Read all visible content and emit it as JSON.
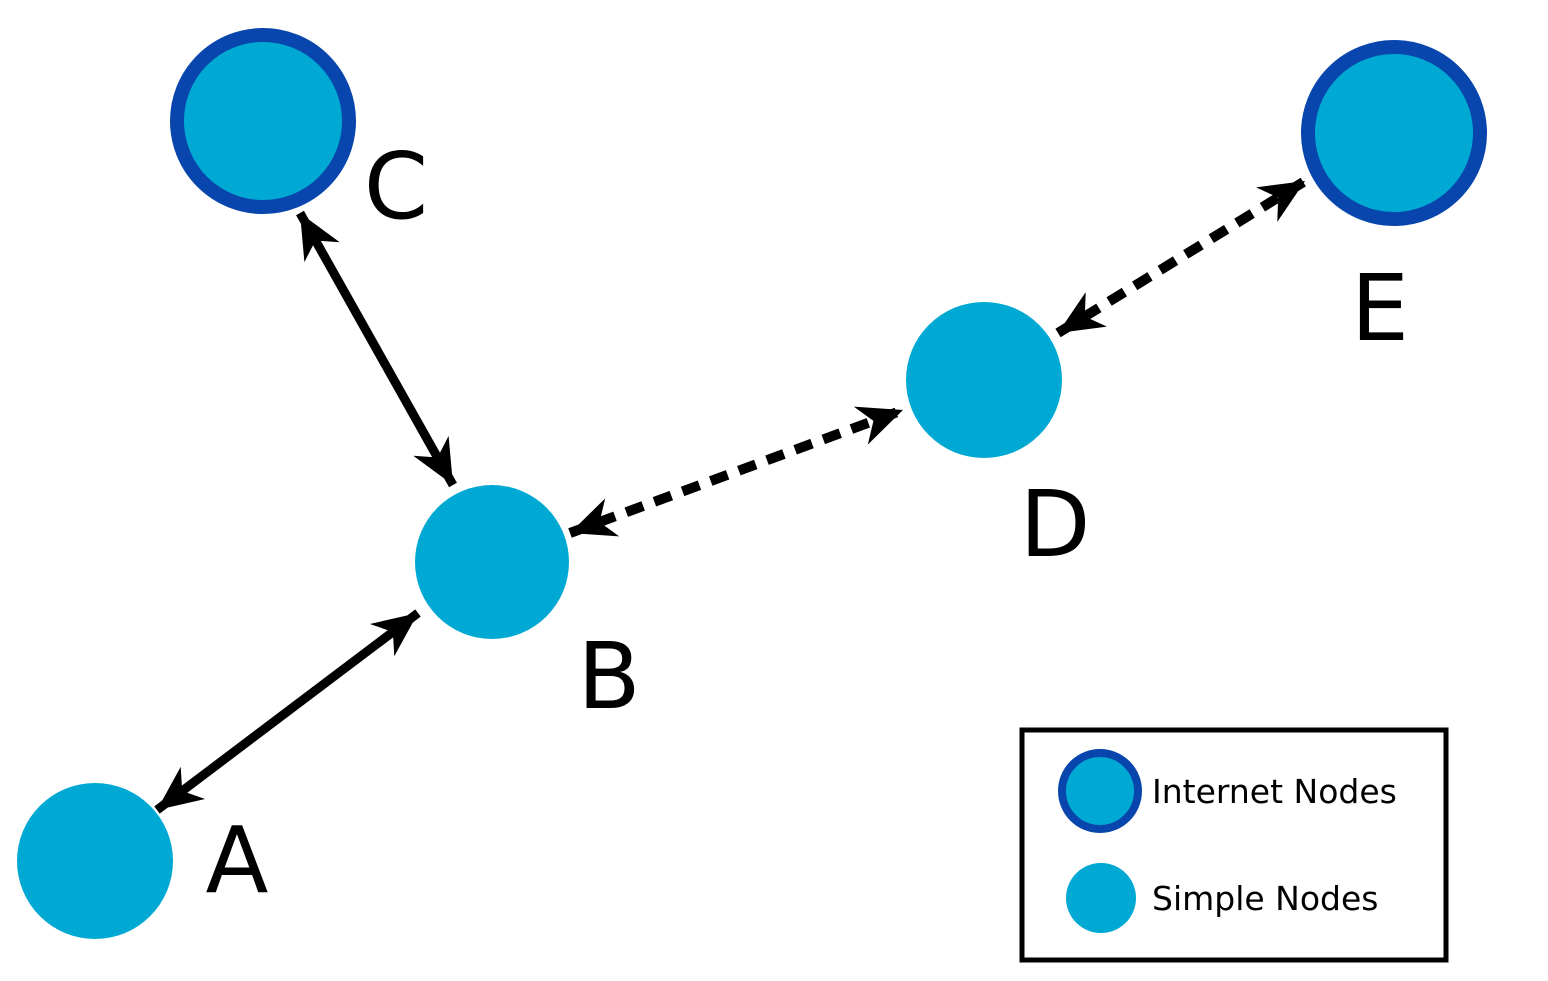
{
  "colors": {
    "node_fill": "#00A9D3",
    "internet_node_border": "#0845AC",
    "edge_color": "#000000",
    "label_color": "#000000",
    "legend_border": "#000000",
    "background": "#FFFFFF"
  },
  "nodes": [
    {
      "id": "A",
      "label": "A",
      "type": "simple"
    },
    {
      "id": "B",
      "label": "B",
      "type": "simple"
    },
    {
      "id": "C",
      "label": "C",
      "type": "internet"
    },
    {
      "id": "D",
      "label": "D",
      "type": "simple"
    },
    {
      "id": "E",
      "label": "E",
      "type": "internet"
    }
  ],
  "edges": [
    {
      "from": "A",
      "to": "B",
      "style": "solid",
      "bidirectional": true
    },
    {
      "from": "B",
      "to": "C",
      "style": "solid",
      "bidirectional": true
    },
    {
      "from": "B",
      "to": "D",
      "style": "dashed",
      "bidirectional": true
    },
    {
      "from": "D",
      "to": "E",
      "style": "dashed",
      "bidirectional": true
    }
  ],
  "legend": {
    "items": [
      {
        "label": "Internet Nodes",
        "swatch": "internet-node"
      },
      {
        "label": "Simple Nodes",
        "swatch": "simple-node"
      }
    ]
  }
}
